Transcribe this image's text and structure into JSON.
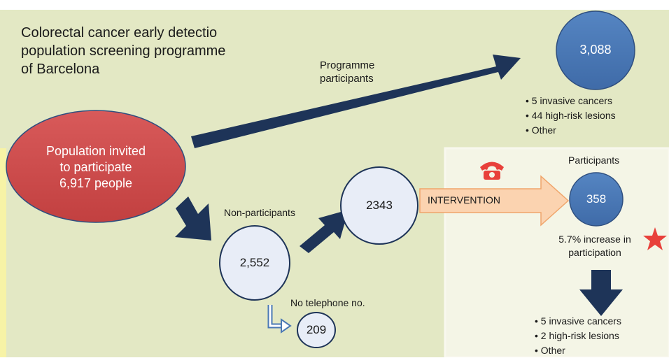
{
  "title": [
    "Colorectal cancer early detectio",
    "population screening programme",
    "of Barcelona"
  ],
  "population": {
    "lines": [
      "Population invited",
      "to participate",
      "6,917 people"
    ]
  },
  "participants_label": [
    "Programme",
    "participants"
  ],
  "participants_count": "3,088",
  "participants_outcomes": [
    "5 invasive cancers",
    "44 high-risk lesions",
    "Other"
  ],
  "non_participants_label": "Non-participants",
  "non_participants_count": "2,552",
  "contacted_count": "2343",
  "no_phone_label": "No telephone no.",
  "no_phone_count": "209",
  "intervention_label": "INTERVENTION",
  "intervention_participants_label": "Participants",
  "intervention_participants_count": "358",
  "increase_note": [
    "5.7% increase in",
    "participation"
  ],
  "intervention_outcomes": [
    "5 invasive cancers",
    "2 high-risk lesions",
    "Other"
  ],
  "colors": {
    "background_green": "#e3e8c4",
    "intervention_panel": "#f4f5e6",
    "left_strip": "#f7f3a6",
    "population_circle": "#cf4a4a",
    "participants_circle": "#4a78b4",
    "light_circle": "#e8edf7",
    "arrow_navy": "#1e3458",
    "intervention_arrow": "#fbd3b0",
    "phone_red": "#e8403a",
    "star_red": "#e8403a"
  },
  "icons": [
    "telephone-icon",
    "star-icon"
  ]
}
